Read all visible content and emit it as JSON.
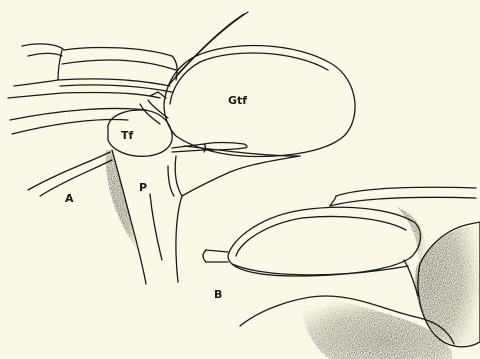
{
  "figure": {
    "panels": [
      {
        "id": "A",
        "label": "A"
      },
      {
        "id": "B",
        "label": "B"
      }
    ],
    "structures": {
      "gtf": "Gtf",
      "tf": "Tf",
      "p": "P"
    }
  }
}
